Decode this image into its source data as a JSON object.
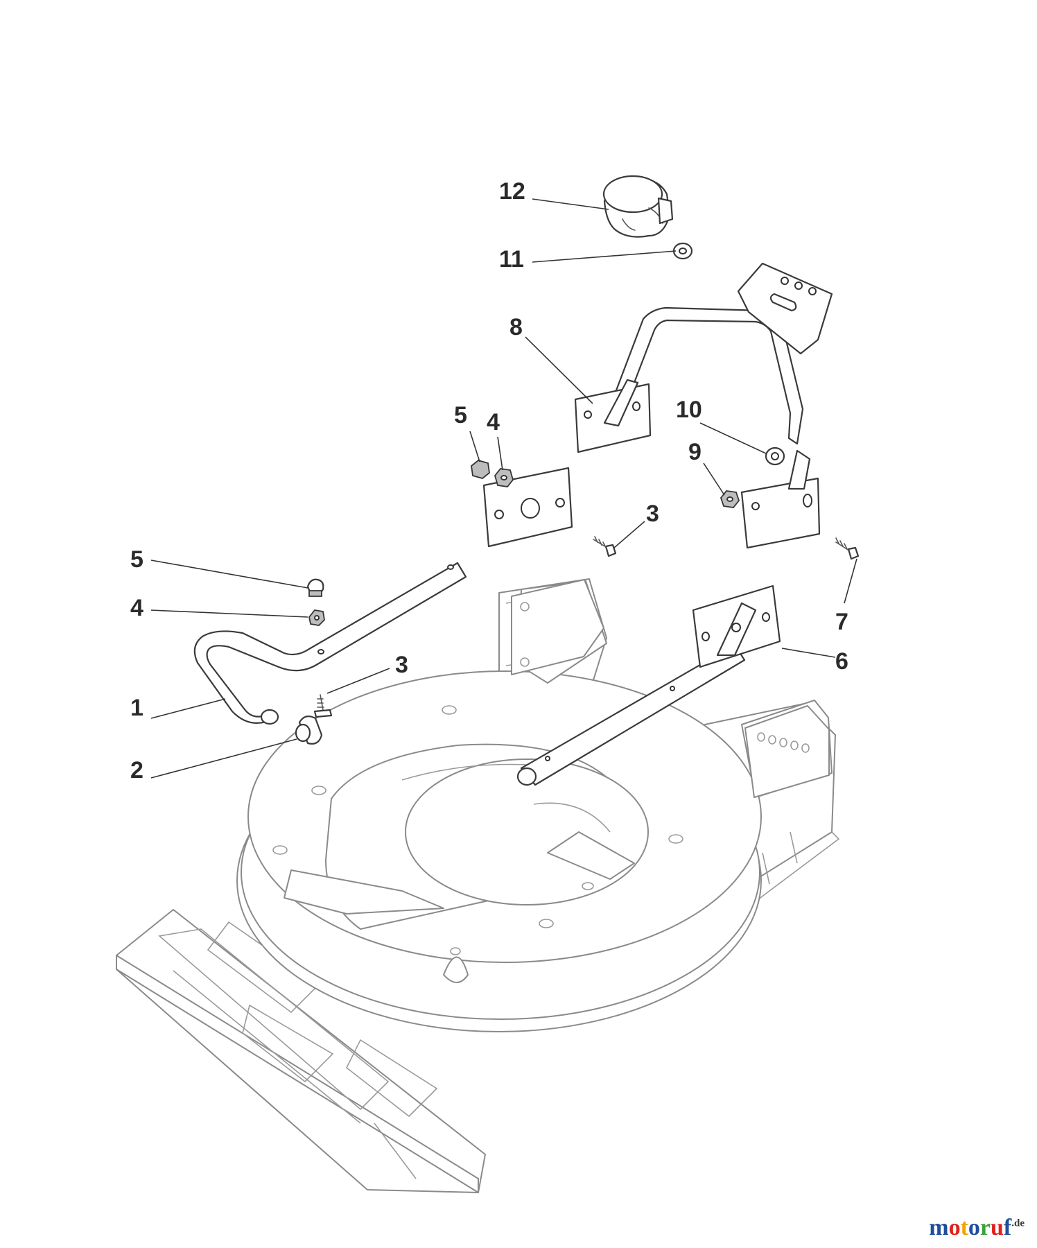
{
  "callouts": [
    {
      "id": "c1",
      "label": "1"
    },
    {
      "id": "c2",
      "label": "2"
    },
    {
      "id": "c3a",
      "label": "3"
    },
    {
      "id": "c3b",
      "label": "3"
    },
    {
      "id": "c4a",
      "label": "4"
    },
    {
      "id": "c4b",
      "label": "4"
    },
    {
      "id": "c5a",
      "label": "5"
    },
    {
      "id": "c5b",
      "label": "5"
    },
    {
      "id": "c6",
      "label": "6"
    },
    {
      "id": "c7",
      "label": "7"
    },
    {
      "id": "c8",
      "label": "8"
    },
    {
      "id": "c9",
      "label": "9"
    },
    {
      "id": "c10",
      "label": "10"
    },
    {
      "id": "c11",
      "label": "11"
    },
    {
      "id": "c12",
      "label": "12"
    }
  ],
  "watermark": {
    "parts": [
      {
        "text": "m",
        "color": "#1e4f9c"
      },
      {
        "text": "o",
        "color": "#e0201b"
      },
      {
        "text": "t",
        "color": "#f2a500"
      },
      {
        "text": "o",
        "color": "#1e4f9c"
      },
      {
        "text": "r",
        "color": "#3aa23a"
      },
      {
        "text": "u",
        "color": "#e0201b"
      },
      {
        "text": "f",
        "color": "#1e4f9c"
      }
    ],
    "suffix": ".de",
    "suffix_color": "#3a3a3a"
  }
}
